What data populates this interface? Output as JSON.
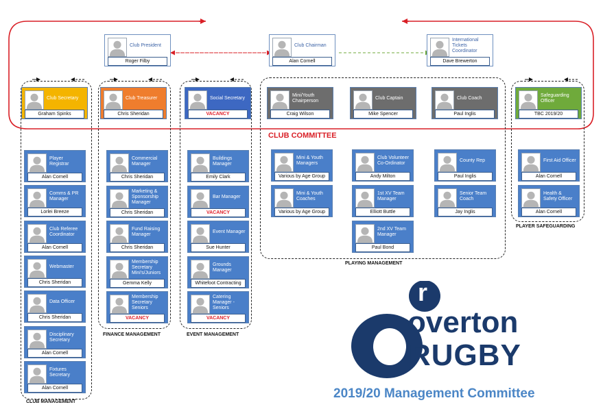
{
  "top_row": [
    {
      "title": "Club President",
      "name": "Roger Filby"
    },
    {
      "title": "Club Chairman",
      "name": "Alan Cornell"
    },
    {
      "title": "International Tickets Coordinator",
      "name": "Dave Brewerton"
    }
  ],
  "committee_row": [
    {
      "title": "Club Secretary",
      "name": "Graham Spinks"
    },
    {
      "title": "Club Treasurer",
      "name": "Chris Sheridan"
    },
    {
      "title": "Social Secretary",
      "name": "VACANCY"
    },
    {
      "title": "Mini/Youth Chairperson",
      "name": "Craig Wilson"
    },
    {
      "title": "Club Captain",
      "name": "Mike Spencer"
    },
    {
      "title": "Club Coach",
      "name": "Paul Inglis"
    },
    {
      "title": "Safeguarding Officer",
      "name": "TBC 2019/20"
    }
  ],
  "committee_label": "CLUB COMMITTEE",
  "club_management": [
    {
      "title": "Player Registrar",
      "name": "Alan Cornell"
    },
    {
      "title": "Comms & PR Manager",
      "name": "Lorlei Breeze"
    },
    {
      "title": "Club Referee Coordinator",
      "name": "Alan Cornell"
    },
    {
      "title": "Webmaster",
      "name": "Chris Sheridan"
    },
    {
      "title": "Data Officer",
      "name": "Chris Sheridan"
    },
    {
      "title": "Disciplinary Secretary",
      "name": "Alan Cornell"
    },
    {
      "title": "Fixtures Secretary",
      "name": "Alan Cornell"
    }
  ],
  "finance_management": [
    {
      "title": "Commercial Manager",
      "name": "Chris Sheridan"
    },
    {
      "title": "Marketing & Sponsorship Manager",
      "name": "Chris Sheridan"
    },
    {
      "title": "Fund Raising Manager",
      "name": "Chris Sheridan"
    },
    {
      "title": "Membership Secretary Mini's/Juniors",
      "name": "Gemma Kelly"
    },
    {
      "title": "Membership Secretary Seniors",
      "name": "VACANCY"
    }
  ],
  "event_management": [
    {
      "title": "Buildings Manager",
      "name": "Emily Clark"
    },
    {
      "title": "Bar Manager",
      "name": "VACANCY"
    },
    {
      "title": "Event Manager",
      "name": "Sue Hunter"
    },
    {
      "title": "Grounds Manager",
      "name": "Whitefoot Contracting"
    },
    {
      "title": "Catering Manager - Seniors",
      "name": "VACANCY"
    }
  ],
  "playing_mini": [
    {
      "title": "Mini & Youth Managers",
      "name": "Various by Age Group"
    },
    {
      "title": "Mini & Youth Coaches",
      "name": "Various by Age Group"
    }
  ],
  "playing_captain": [
    {
      "title": "Club Volunteer Co-Ordinator",
      "name": "Andy Milton"
    },
    {
      "title": "1st XV Team Manager",
      "name": "Elliott Buttle"
    },
    {
      "title": "2nd XV Team Manager",
      "name": "Paul Bond"
    }
  ],
  "playing_coach": [
    {
      "title": "County Rep",
      "name": "Paul Inglis"
    },
    {
      "title": "Senior Team Coach",
      "name": "Jay Inglis"
    }
  ],
  "safeguarding": [
    {
      "title": "First Aid Officer",
      "name": "Alan Cornell"
    },
    {
      "title": "Health & Safety Officer",
      "name": "Alan Cornell"
    }
  ],
  "section_labels": {
    "club": "CLUB MANAGEMENT",
    "finance": "FINANCE MANAGEMENT",
    "event": "EVENT MANAGEMENT",
    "playing": "PLAYING MANAGEMENT",
    "safeguarding": "PLAYER SAFEGUARDING"
  },
  "logo": {
    "letter": "r",
    "word1": "overton",
    "word2": "RUGBY"
  },
  "footer_title": "2019/20 Management Committee",
  "colors": {
    "card_blue": "#4a7fc9",
    "secretary_yellow": "#f4b400",
    "treasurer_orange": "#ef7d2d",
    "social_blue": "#3d68c2",
    "playing_grey": "#6d6d6d",
    "safeguarding_green": "#6faa3b",
    "committee_red": "#d91f26",
    "logo_navy": "#1b3a6b",
    "footer_blue": "#4b86c6"
  }
}
